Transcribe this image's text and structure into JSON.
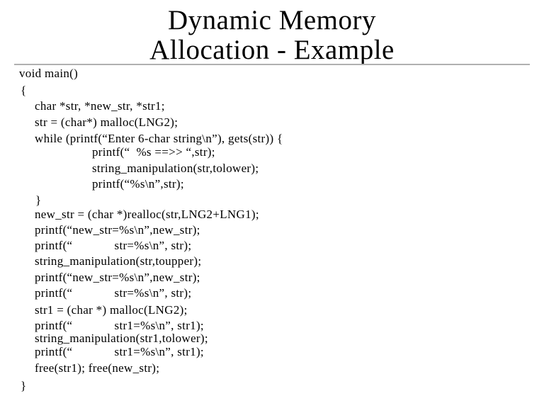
{
  "slide": {
    "title_line1": "Dynamic Memory",
    "title_line2": "Allocation - Example",
    "code_lines": [
      "void main()",
      "{",
      "char *str, *new_str, *str1;",
      "str = (char*) malloc(LNG2);",
      "while (printf(“Enter 6-char string\\n”), gets(str)) {",
      "printf(“  %s ==>> “,str);",
      "string_manipulation(str,tolower);",
      "printf(“%s\\n”,str);",
      "}",
      "new_str = (char *)realloc(str,LNG2+LNG1);",
      "printf(“new_str=%s\\n”,new_str);",
      "printf(“             str=%s\\n”, str);",
      "string_manipulation(str,toupper);",
      "printf(“new_str=%s\\n”,new_str);",
      "printf(“             str=%s\\n”, str);",
      "str1 = (char *) malloc(LNG2);",
      "printf(“             str1=%s\\n”, str1);",
      "string_manipulation(str1,tolower);",
      "printf(“             str1=%s\\n”, str1);",
      "free(str1); free(new_str);",
      "}"
    ]
  }
}
